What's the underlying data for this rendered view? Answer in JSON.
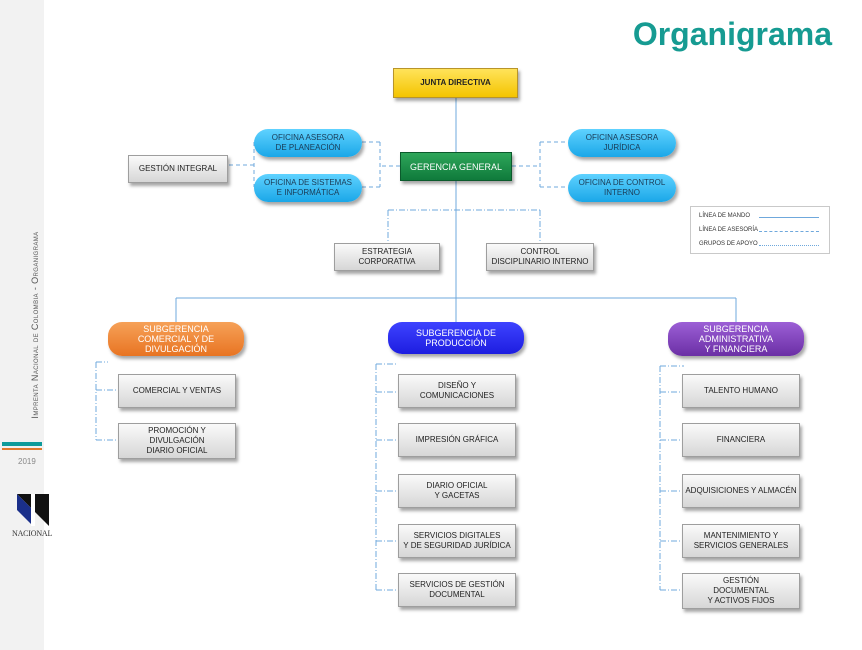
{
  "title": "Organigrama",
  "sidebar": {
    "vertical_text": "Imprenta Nacional de Colombia - Organigrama",
    "year": "2019",
    "logo_text": "NACIONAL"
  },
  "colors": {
    "title": "#169b92",
    "junta": "#f4c400",
    "gerencia": "#0f7a3b",
    "advisory": "#1aa7e8",
    "sub_comercial": "#e87422",
    "sub_produccion": "#1d1de0",
    "sub_administrativa": "#6b2fa5",
    "lines": "#6fa8dc"
  },
  "nodes": {
    "junta": "JUNTA  DIRECTIVA",
    "gerencia": "GERENCIA GENERAL",
    "asesora_planeacion": "OFICINA ASESORA\nDE PLANEACIÓN",
    "sistemas": "OFICINA DE SISTEMAS\nE INFORMÁTICA",
    "gestion_integral": "GESTIÓN INTEGRAL",
    "asesora_juridica": "OFICINA ASESORA\nJURÍDICA",
    "control_interno": "OFICINA DE CONTROL\nINTERNO",
    "estrategia": "ESTRATEGIA\nCORPORATIVA",
    "control_disciplinario": "CONTROL\nDISCIPLINARIO INTERNO",
    "sub_comercial": "SUBGERENCIA\nCOMERCIAL Y DE\nDIVULGACIÓN",
    "sub_produccion": "SUBGERENCIA DE\nPRODUCCIÓN",
    "sub_administrativa": "SUBGERENCIA\nADMINISTRATIVA\nY FINANCIERA"
  },
  "comercial_units": [
    "COMERCIAL Y VENTAS",
    "PROMOCIÓN Y\nDIVULGACIÓN\nDIARIO OFICIAL"
  ],
  "produccion_units": [
    "DISEÑO Y\nCOMUNICACIONES",
    "IMPRESIÓN GRÁFICA",
    "DIARIO OFICIAL\nY GACETAS",
    "SERVICIOS DIGITALES\nY DE SEGURIDAD JURÍDICA",
    "SERVICIOS DE GESTIÓN\nDOCUMENTAL"
  ],
  "administrativa_units": [
    "TALENTO HUMANO",
    "FINANCIERA",
    "ADQUISICIONES Y ALMACÉN",
    "MANTENIMIENTO Y\nSERVICIOS GENERALES",
    "GESTIÓN\nDOCUMENTAL\nY ACTIVOS FIJOS"
  ],
  "legend": {
    "mando": "LÍNEA DE MANDO",
    "asesoria": "LÍNEA DE ASESORÍA",
    "apoyo": "GRUPOS DE APOYO"
  }
}
